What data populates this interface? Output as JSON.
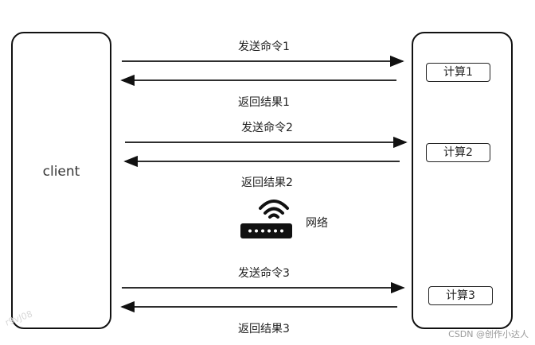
{
  "client": {
    "label": "client"
  },
  "server": {
    "computes": [
      "计算1",
      "计算2",
      "计算3"
    ]
  },
  "exchanges": [
    {
      "send": "发送命令1",
      "receive": "返回结果1"
    },
    {
      "send": "发送命令2",
      "receive": "返回结果2"
    },
    {
      "send": "发送命令3",
      "receive": "返回结果3"
    }
  ],
  "network": {
    "label": "网络",
    "icon": "router-icon"
  },
  "watermark": "CSDN @创作小达人",
  "faint_watermark": "r9vJ08"
}
